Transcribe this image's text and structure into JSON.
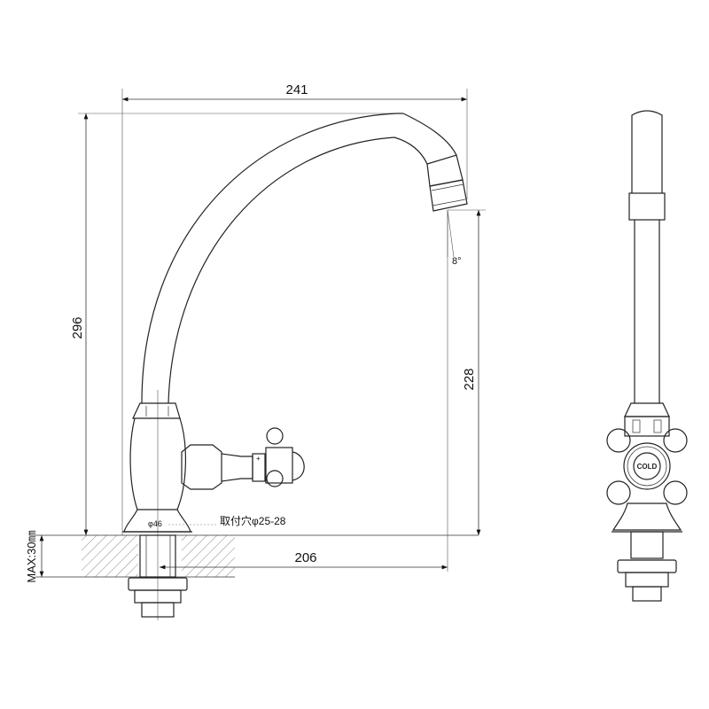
{
  "dimensions": {
    "overall_reach": "241",
    "overall_height": "296",
    "spout_height": "228",
    "hole_to_outlet": "206",
    "outlet_angle": "8°",
    "base_diameter": "φ46",
    "mounting_hole": "取付穴φ25-28",
    "max_counter_thickness": "MAX:30㎜"
  },
  "handle_label": "COLD",
  "handle_mark": "+"
}
